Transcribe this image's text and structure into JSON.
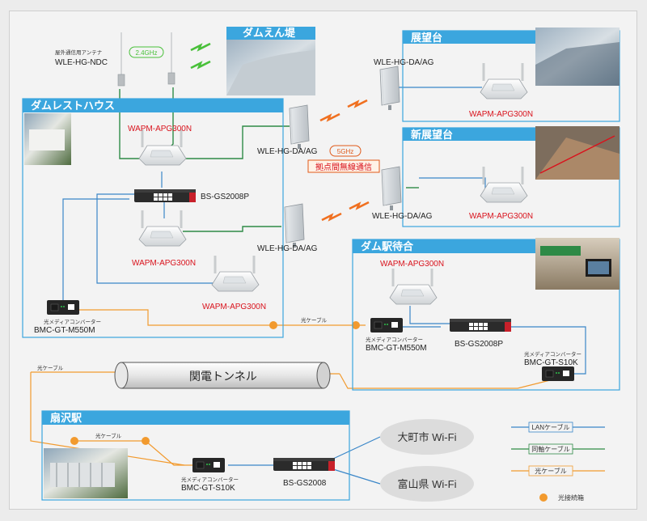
{
  "colors": {
    "lan": "#3a86c8",
    "coax": "#2e8a46",
    "fiber": "#f29a2e",
    "panel_header": "#3ba6de",
    "red": "#d9121c"
  },
  "sections": {
    "dam_rest_house": "ダムレストハウス",
    "dam_embankment": "ダムえん堤",
    "observatory": "展望台",
    "new_observatory": "新展望台",
    "dam_station_waiting": "ダム駅待合",
    "ougisawa_station": "扇沢駅"
  },
  "labels": {
    "outdoor_antenna_caption": "屋外通信用アンテナ",
    "outdoor_antenna_model": "WLE-HG-NDC",
    "freq_24": "2.4GHz",
    "freq_5": "5GHz",
    "backhaul": "拠点間無線通信",
    "wapm_rest_1": "WAPM-APG300N",
    "wapm_rest_2": "WAPM-APG300N",
    "wapm_rest_3": "WAPM-APG300N",
    "wapm_obs": "WAPM-APG300N",
    "wapm_newobs": "WAPM-APG300N",
    "wapm_station": "WAPM-APG300N",
    "wle_rest_1": "WLE-HG-DA/AG",
    "wle_rest_2": "WLE-HG-DA/AG",
    "wle_obs": "WLE-HG-DA/AG",
    "wle_newobs": "WLE-HG-DA/AG",
    "switch_rest": "BS-GS2008P",
    "switch_station": "BS-GS2008P",
    "switch_ougisawa": "BS-GS2008",
    "conv_caption_1": "光メディアコンバーター",
    "conv_caption_2": "光メディアコンバーター",
    "conv_caption_3": "光メディアコンバーター",
    "conv_caption_4": "光メディアコンバーター",
    "conv_rest": "BMC-GT-M550M",
    "conv_station": "BMC-GT-M550M",
    "conv_station_s10k": "BMC-GT-S10K",
    "conv_ougisawa": "BMC-GT-S10K",
    "fiber_cable_1": "光ケーブル",
    "fiber_cable_2": "光ケーブル",
    "fiber_cable_3": "光ケーブル",
    "tunnel": "関電トンネル",
    "wifi_omachi": "大町市 Wi-Fi",
    "wifi_toyama": "富山県 Wi-Fi"
  },
  "legend": {
    "lan": "LANケーブル",
    "coax": "同軸ケーブル",
    "fiber": "光ケーブル",
    "splice": "光接続箱"
  }
}
